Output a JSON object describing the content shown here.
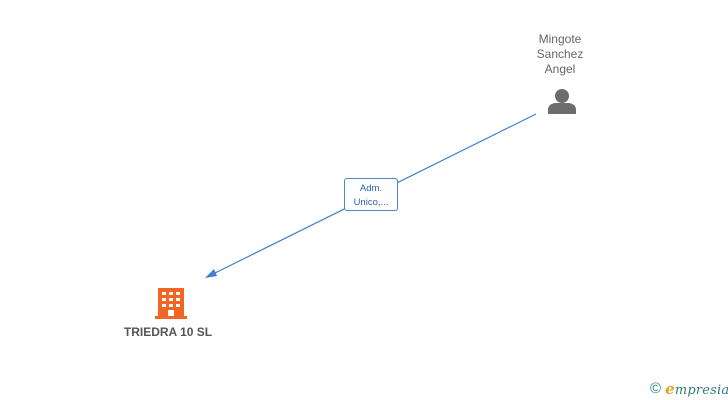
{
  "diagram": {
    "person": {
      "name_lines": [
        "Mingote",
        "Sanchez",
        "Angel"
      ],
      "icon": "person-icon",
      "color": "#6d6d6d"
    },
    "edge": {
      "label_lines": [
        "Adm.",
        "Unico,..."
      ],
      "color": "#3f7fcf"
    },
    "company": {
      "name": "TRIEDRA 10 SL",
      "icon": "building-icon",
      "color": "#f26522"
    }
  },
  "footer": {
    "copyright_symbol": "©",
    "brand_initial": "e",
    "brand_rest": "mpresia",
    "brand_color": "#2c7d7d",
    "accent_color": "#e8a020"
  }
}
